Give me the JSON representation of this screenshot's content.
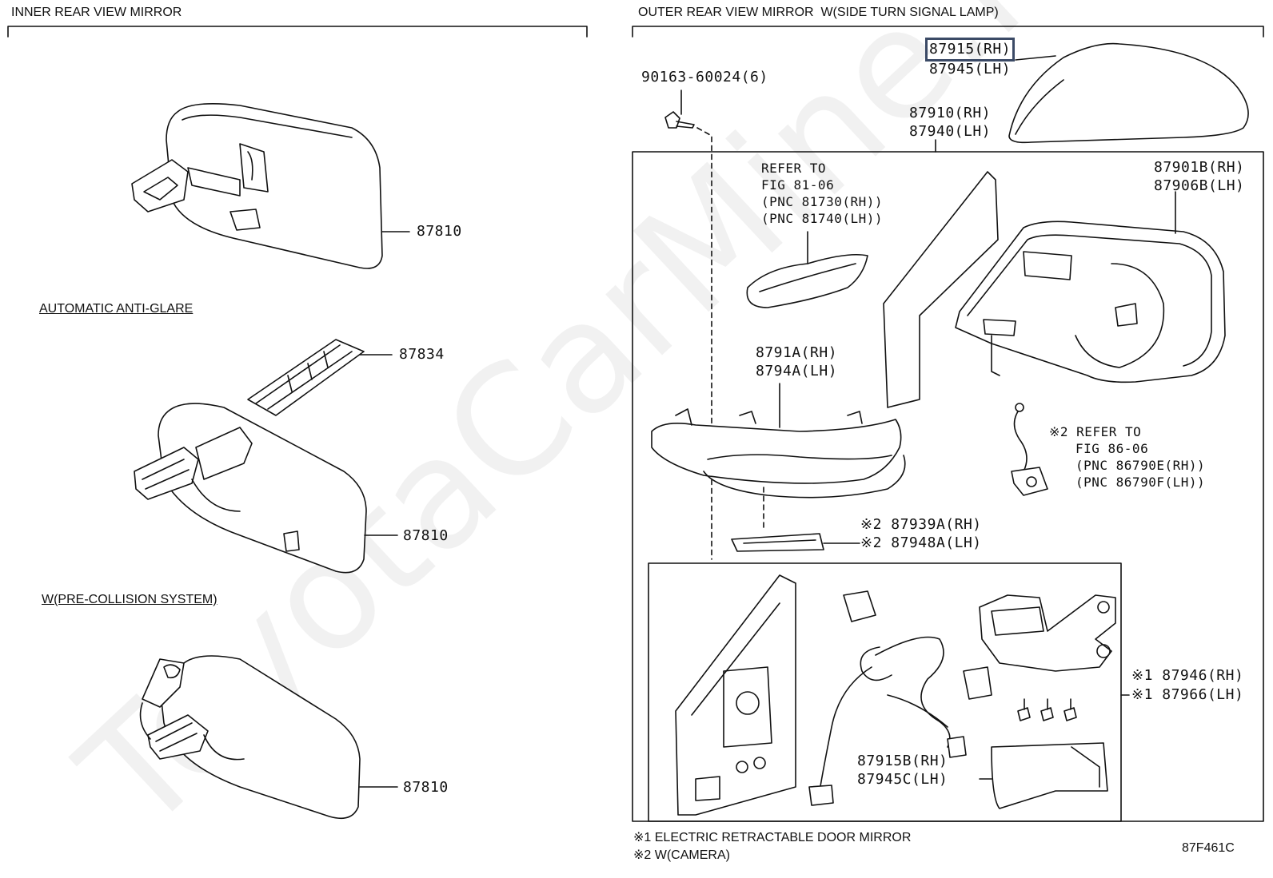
{
  "sections": {
    "inner_title": "INNER REAR VIEW MIRROR",
    "outer_title": "OUTER REAR VIEW MIRROR  W(SIDE TURN SIGNAL LAMP)",
    "auto_antiglare": "AUTOMATIC ANTI-GLARE",
    "pre_collision": "W(PRE-COLLISION SYSTEM)"
  },
  "inner_parts": {
    "mirror_1": "87810",
    "bracket": "87834",
    "mirror_2": "87810",
    "mirror_3": "87810"
  },
  "outer_parts": {
    "bolt": "90163-60024(6)",
    "cover_rh": "87915(RH)",
    "cover_lh": "87945(LH)",
    "mirror_assy_rh": "87910(RH)",
    "mirror_assy_lh": "87940(LH)",
    "refer_81_line1": "REFER TO",
    "refer_81_line2": "FIG 81-06",
    "refer_81_line3": "(PNC 81730(RH))",
    "refer_81_line4": "(PNC 81740(LH))",
    "housing_rh": "87901B(RH)",
    "housing_lh": "87906B(LH)",
    "lamp_cover_rh": "8791A(RH)",
    "lamp_cover_lh": "8794A(LH)",
    "refer_86_line1": "※2 REFER TO",
    "refer_86_line2": "FIG 86-06",
    "refer_86_line3": "(PNC 86790E(RH))",
    "refer_86_line4": "(PNC 86790F(LH))",
    "camera_rh": "※2 87939A(RH)",
    "camera_lh": "※2 87948A(LH)",
    "retract_rh": "※1 87946(RH)",
    "retract_lh": "※1 87966(LH)",
    "lower_cover_rh": "87915B(RH)",
    "lower_cover_lh": "87945C(LH)"
  },
  "notes": {
    "note1": "※1 ELECTRIC RETRACTABLE DOOR MIRROR",
    "note2": "※2 W(CAMERA)",
    "fig_code": "87F461C"
  },
  "watermark": "ToyotaCarMine.ru",
  "colors": {
    "highlight": "#3b4a66",
    "line": "#111111"
  }
}
